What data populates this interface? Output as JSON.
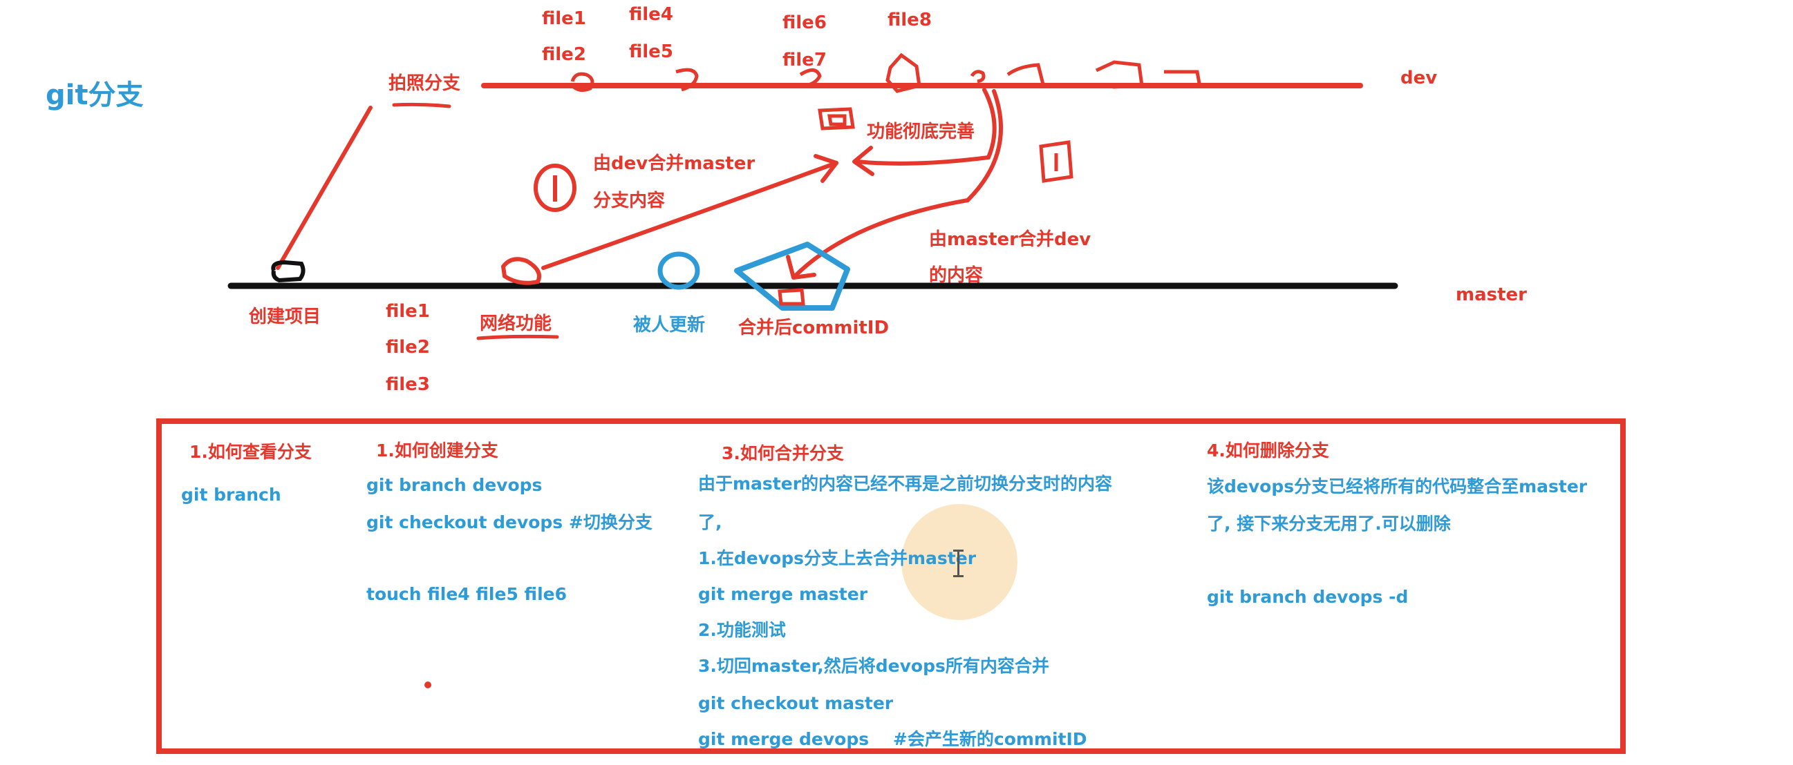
{
  "title": "git分支",
  "branches": {
    "dev_label": "dev",
    "master_label": "master"
  },
  "top_labels": {
    "snapshot_branch": "拍照分支",
    "dev_files_col1": [
      "file1",
      "file2"
    ],
    "dev_files_col2": [
      "file4",
      "file5"
    ],
    "dev_files_col3": [
      "file6",
      "file7"
    ],
    "dev_files_col4": [
      "file8"
    ],
    "feature_complete": "功能彻底完善",
    "merge_master_into_dev": [
      "由dev合并master",
      "分支内容"
    ],
    "merge_dev_into_master": [
      "由master合并dev",
      "的内容"
    ],
    "step_number_1": "1"
  },
  "master_labels": {
    "create_project": "创建项目",
    "master_files": [
      "file1",
      "file2",
      "file3"
    ],
    "network_feature": "网络功能",
    "updated_by_others": "被人更新",
    "merged_commit_id": "合并后commitID"
  },
  "panel": {
    "col1": {
      "heading": "1.如何查看分支",
      "lines": [
        "git branch"
      ]
    },
    "col2": {
      "heading": "1.如何创建分支",
      "lines": [
        "git branch devops",
        "git checkout devops #切换分支",
        "touch file4 file5 file6"
      ]
    },
    "col3": {
      "heading": "3.如何合并分支",
      "lines": [
        "由于master的内容已经不再是之前切换分支时的内容",
        "了,",
        "1.在devops分支上去合并master",
        "git merge master",
        "2.功能测试",
        "3.切回master,然后将devops所有内容合并",
        "git checkout master",
        "git merge devops    #会产生新的commitID"
      ]
    },
    "col4": {
      "heading": "4.如何删除分支",
      "lines": [
        "该devops分支已经将所有的代码整合至master",
        "了, 接下来分支无用了.可以删除",
        "git branch devops -d"
      ]
    }
  },
  "colors": {
    "annotation_red": "#e5382d",
    "annotation_blue": "#2f9bd6",
    "master_line": "#111111"
  }
}
